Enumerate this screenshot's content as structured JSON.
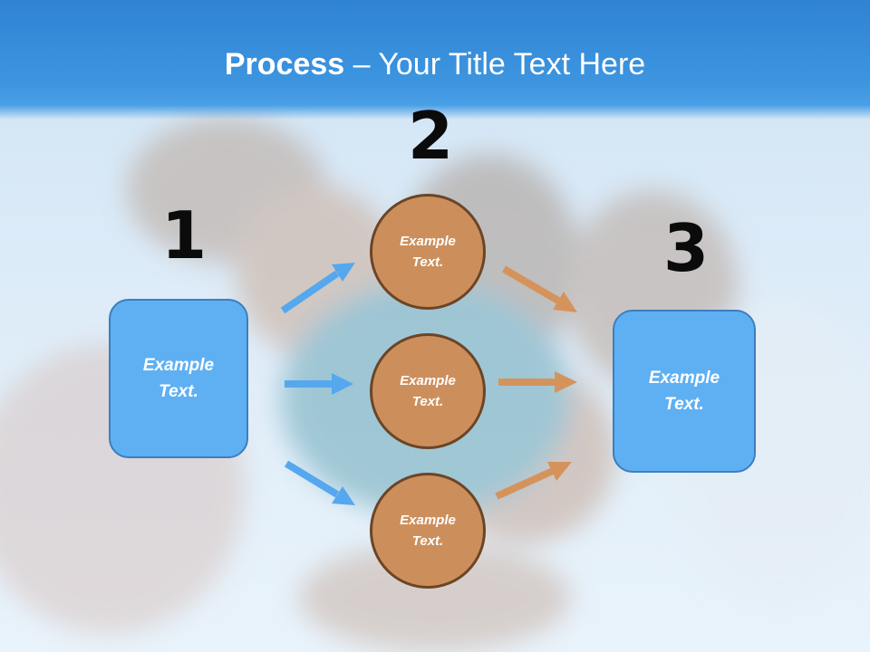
{
  "title": {
    "bold": "Process",
    "rest": " – Your Title Text Here"
  },
  "steps": {
    "one": "1",
    "two": "2",
    "three": "3"
  },
  "left_box": {
    "text": "Example\nText."
  },
  "right_box": {
    "text": "Example\nText."
  },
  "circles": [
    {
      "text": "Example\nText."
    },
    {
      "text": "Example\nText."
    },
    {
      "text": "Example\nText."
    }
  ],
  "colors": {
    "header": "#2f83d3",
    "box_fill": "#5fb0f3",
    "circle_fill": "#cc8f5c",
    "blue_arrow": "#55a8ee",
    "orange_arrow": "#d5935c"
  }
}
